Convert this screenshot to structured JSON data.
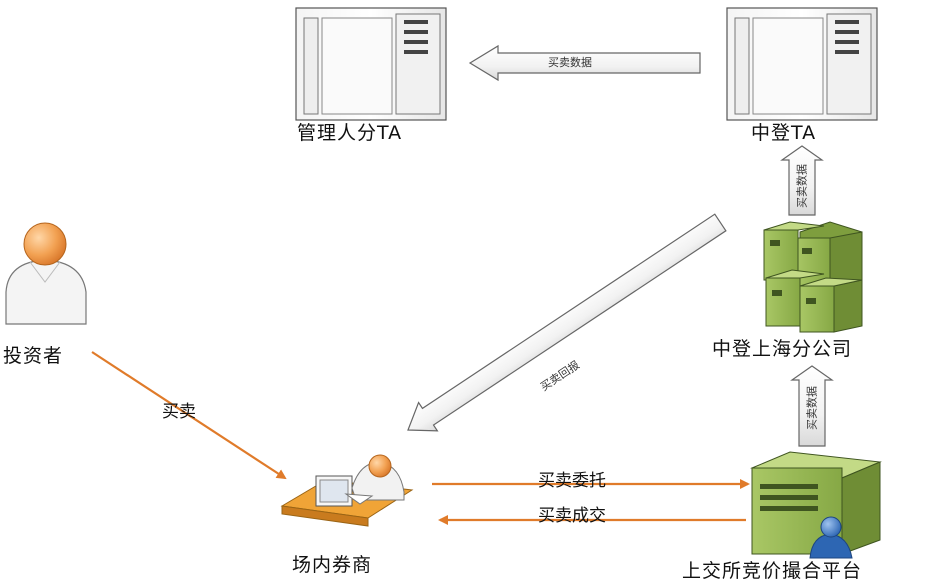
{
  "nodes": {
    "manager_ta": "管理人分TA",
    "csdc_ta": "中登TA",
    "investor": "投资者",
    "csdc_sh": "中登上海分公司",
    "broker": "场内券商",
    "sse_platform": "上交所竞价撮合平台"
  },
  "edges": {
    "buy_sell_data_top": "买卖数据",
    "buy_sell_data_up1": "买卖数据",
    "buy_sell_data_up2": "买卖数据",
    "buy_sell_report": "买卖回报",
    "buy_sell": "买卖",
    "buy_sell_order": "买卖委托",
    "buy_sell_deal": "买卖成交"
  },
  "colors": {
    "orange_arrow": "#e07b2a",
    "server_green": "#9dbb55",
    "server_dark": "#3f5520",
    "person_skin": "#f29c4c"
  }
}
